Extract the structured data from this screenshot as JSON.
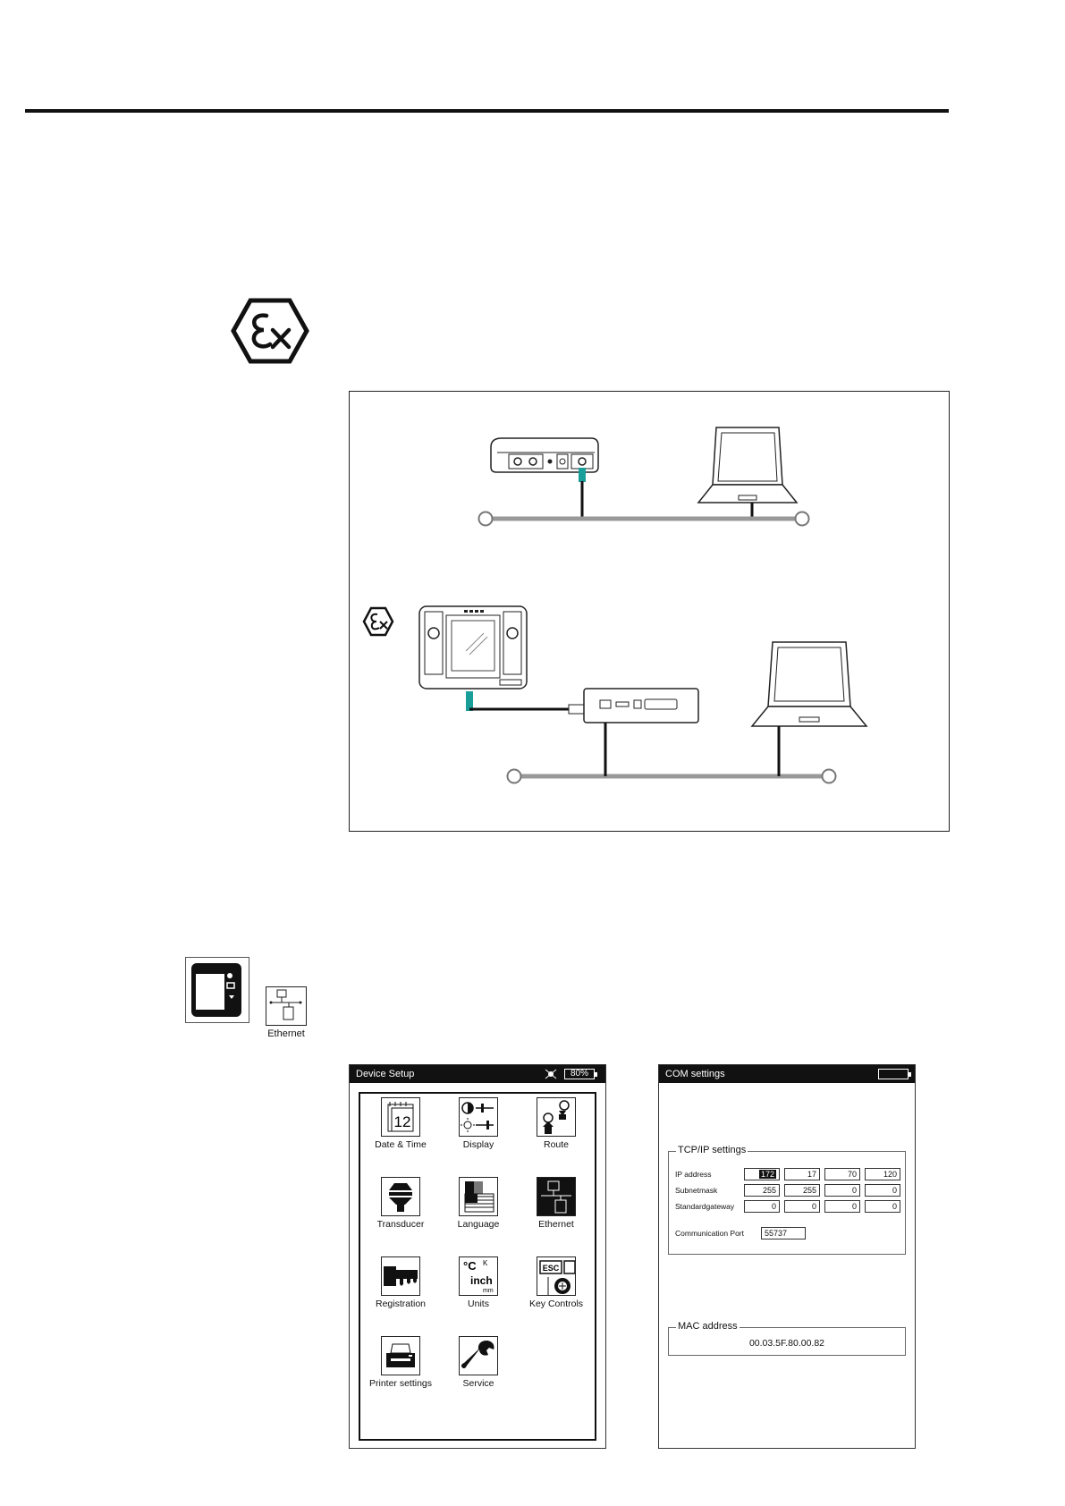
{
  "side_icon": {
    "label": "Ethernet"
  },
  "device_setup": {
    "title": "Device Setup",
    "battery": "80%",
    "tiles": [
      {
        "label": "Date & Time",
        "icon": "calendar-icon",
        "glyph": "12"
      },
      {
        "label": "Display",
        "icon": "display-settings-icon"
      },
      {
        "label": "Route",
        "icon": "route-icon"
      },
      {
        "label": "Transducer",
        "icon": "transducer-icon"
      },
      {
        "label": "Language",
        "icon": "language-flag-icon"
      },
      {
        "label": "Ethernet",
        "icon": "ethernet-icon",
        "selected": true
      },
      {
        "label": "Registration",
        "icon": "key-icon"
      },
      {
        "label": "Units",
        "icon": "units-icon",
        "glyph_top": "°C",
        "glyph_k": "K",
        "glyph_mid": "inch",
        "glyph_bot": "mm"
      },
      {
        "label": "Key Controls",
        "icon": "key-controls-icon",
        "glyph": "ESC"
      },
      {
        "label": "Printer settings",
        "icon": "printer-icon"
      },
      {
        "label": "Service",
        "icon": "wrench-icon"
      }
    ]
  },
  "com_settings": {
    "title": "COM settings",
    "tcpip_legend": "TCP/IP settings",
    "rows": [
      {
        "label": "IP address",
        "values": [
          "172",
          "17",
          "70",
          "120"
        ]
      },
      {
        "label": "Subnetmask",
        "values": [
          "255",
          "255",
          "0",
          "0"
        ]
      },
      {
        "label": "Standardgateway",
        "values": [
          "0",
          "0",
          "0",
          "0"
        ]
      }
    ],
    "comm_port_label": "Communication Port",
    "comm_port_value": "55737",
    "mac_legend": "MAC address",
    "mac_value": "00.03.5F.80.00.82"
  }
}
